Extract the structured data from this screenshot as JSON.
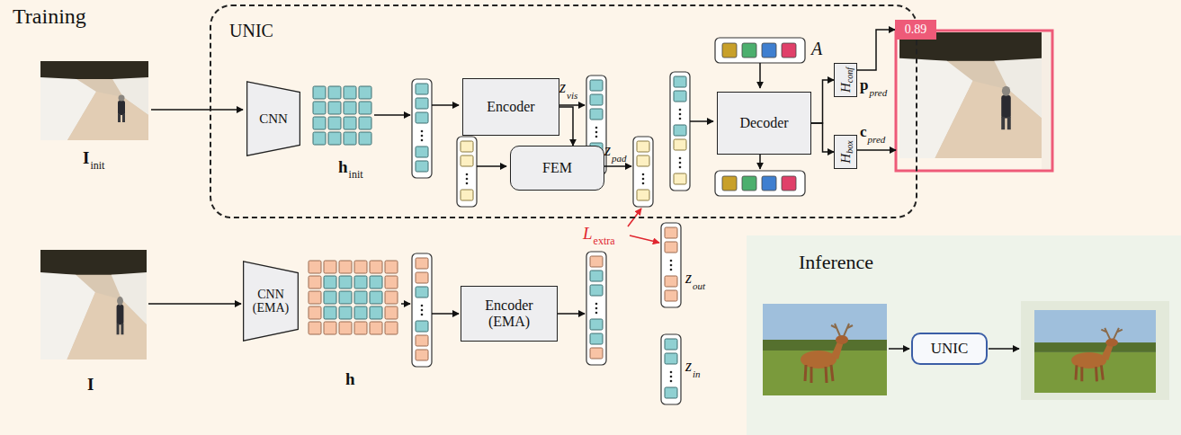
{
  "diagram": {
    "nodes": [
      {
        "text": [
          "UNIC"
        ]
      },
      {
        "text": [
          "CNN"
        ],
        "in": 0
      },
      {
        "text": [
          "Encoder"
        ],
        "in": 0
      },
      {
        "text": [
          "FEM"
        ],
        "in": 0
      },
      {
        "text": [
          "Decoder"
        ],
        "in": 0
      },
      {
        "text": [
          "H",
          "conf"
        ],
        "in": 0
      },
      {
        "text": [
          "H",
          "box"
        ],
        "in": 0
      },
      {
        "text": [
          "0.89"
        ]
      },
      {
        "text": [
          "CNN (EMA)"
        ]
      },
      {
        "text": [
          "Encoder (EMA)"
        ]
      },
      {
        "text": [
          "Inference"
        ]
      },
      {
        "text": [
          "UNIC"
        ],
        "in": 10
      }
    ],
    "edges": [
      {
        "from": 2,
        "to": 3,
        "arrow": "to"
      },
      {
        "from": 4,
        "to": 5,
        "arrow": "to"
      },
      {
        "from": 4,
        "to": 6,
        "arrow": "to"
      },
      {
        "from": 5,
        "to": 7,
        "arrow": "to"
      }
    ],
    "labels": [
      "Training",
      "I",
      "init",
      "h",
      "init",
      "z",
      "vis",
      "z",
      "pad",
      "A",
      "p",
      "pred",
      "c",
      "pred",
      "L",
      "extra",
      "I",
      "h",
      "z",
      "out",
      "z",
      "in"
    ]
  }
}
